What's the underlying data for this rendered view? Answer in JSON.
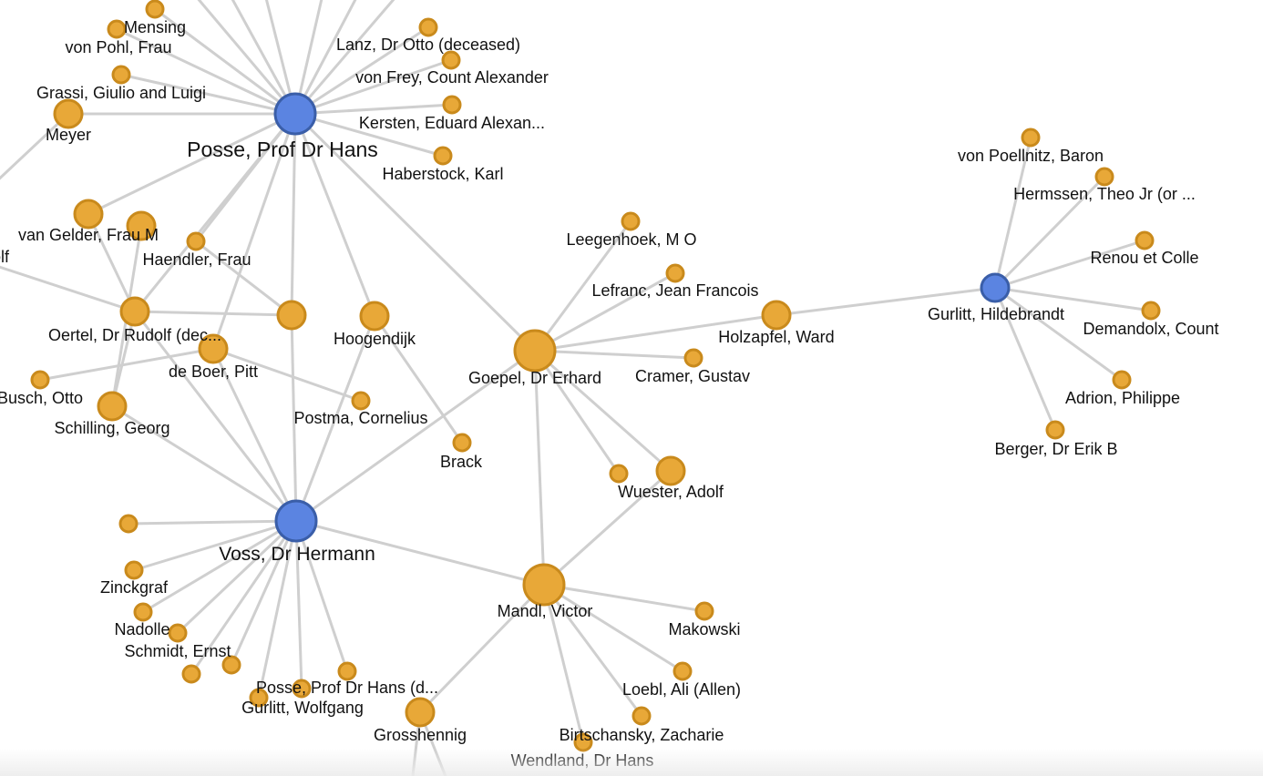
{
  "graph": {
    "colors": {
      "edge": "#cfcfcf",
      "person_fill": "#5b84e1",
      "person_stroke": "#3a5ea8",
      "contact_fill": "#e8a838",
      "contact_stroke": "#c98a1c"
    },
    "nodes": [
      {
        "id": "posse",
        "label": "Posse, Prof Dr Hans",
        "type": "person",
        "size": "large"
      },
      {
        "id": "voss",
        "label": "Voss, Dr Hermann",
        "type": "person",
        "size": "large"
      },
      {
        "id": "hildebrandt",
        "label": "Gurlitt, Hildebrandt",
        "type": "person",
        "size": "medium"
      },
      {
        "id": "goepel",
        "label": "Goepel, Dr Erhard",
        "type": "contact",
        "size": "large"
      },
      {
        "id": "mandl",
        "label": "Mandl, Victor",
        "type": "contact",
        "size": "large"
      },
      {
        "id": "oertel",
        "label": "Oertel, Dr Rudolf (dec...",
        "type": "contact",
        "size": "medium"
      },
      {
        "id": "deboer",
        "label": "de Boer, Pitt",
        "type": "contact",
        "size": "medium"
      },
      {
        "id": "schilling",
        "label": "Schilling, Georg",
        "type": "contact",
        "size": "medium"
      },
      {
        "id": "vangelder",
        "label": "van Gelder, Frau M",
        "type": "contact",
        "size": "medium"
      },
      {
        "id": "hoogendijk",
        "label": "Hoogendijk",
        "type": "contact",
        "size": "medium"
      },
      {
        "id": "unlabeled1",
        "label": "",
        "type": "contact",
        "size": "medium"
      },
      {
        "id": "holzapfel",
        "label": "Holzapfel, Ward",
        "type": "contact",
        "size": "medium"
      },
      {
        "id": "wuester",
        "label": "Wuester, Adolf",
        "type": "contact",
        "size": "medium"
      },
      {
        "id": "grosshennig",
        "label": "Grosshennig",
        "type": "contact",
        "size": "medium"
      },
      {
        "id": "meyer",
        "label": "Meyer",
        "type": "contact",
        "size": "medium"
      },
      {
        "id": "mensing",
        "label": "Mensing",
        "type": "contact",
        "size": "small"
      },
      {
        "id": "vonpohl",
        "label": "von Pohl, Frau",
        "type": "contact",
        "size": "small"
      },
      {
        "id": "grassi",
        "label": "Grassi, Giulio and Luigi",
        "type": "contact",
        "size": "small"
      },
      {
        "id": "lanz",
        "label": "Lanz, Dr Otto (deceased)",
        "type": "contact",
        "size": "small"
      },
      {
        "id": "vonfrey",
        "label": "von Frey, Count Alexander",
        "type": "contact",
        "size": "small"
      },
      {
        "id": "kersten",
        "label": "Kersten, Eduard Alexan...",
        "type": "contact",
        "size": "small"
      },
      {
        "id": "haberstock",
        "label": "Haberstock, Karl",
        "type": "contact",
        "size": "small"
      },
      {
        "id": "haendler",
        "label": "Haendler, Frau",
        "type": "contact",
        "size": "small"
      },
      {
        "id": "unlabeled2",
        "label": "",
        "type": "contact",
        "size": "medium"
      },
      {
        "id": "busch",
        "label": "Busch, Otto",
        "type": "contact",
        "size": "small"
      },
      {
        "id": "postma",
        "label": "Postma, Cornelius",
        "type": "contact",
        "size": "small"
      },
      {
        "id": "brack",
        "label": "Brack",
        "type": "contact",
        "size": "small"
      },
      {
        "id": "leegenhoek",
        "label": "Leegenhoek, M O",
        "type": "contact",
        "size": "small"
      },
      {
        "id": "lefranc",
        "label": "Lefranc, Jean Francois",
        "type": "contact",
        "size": "small"
      },
      {
        "id": "cramer",
        "label": "Cramer, Gustav",
        "type": "contact",
        "size": "small"
      },
      {
        "id": "unlabeled3",
        "label": "",
        "type": "contact",
        "size": "small"
      },
      {
        "id": "vonpoellnitz",
        "label": "von Poellnitz, Baron",
        "type": "contact",
        "size": "small"
      },
      {
        "id": "hermssen",
        "label": "Hermssen, Theo Jr (or ...",
        "type": "contact",
        "size": "small"
      },
      {
        "id": "renou",
        "label": "Renou et Colle",
        "type": "contact",
        "size": "small"
      },
      {
        "id": "demandolx",
        "label": "Demandolx, Count",
        "type": "contact",
        "size": "small"
      },
      {
        "id": "adrion",
        "label": "Adrion, Philippe",
        "type": "contact",
        "size": "small"
      },
      {
        "id": "berger",
        "label": "Berger, Dr Erik B",
        "type": "contact",
        "size": "small"
      },
      {
        "id": "unlabeled4",
        "label": "",
        "type": "contact",
        "size": "small"
      },
      {
        "id": "zinckgraf",
        "label": "Zinckgraf",
        "type": "contact",
        "size": "small"
      },
      {
        "id": "nadolle",
        "label": "Nadolle",
        "type": "contact",
        "size": "small"
      },
      {
        "id": "schmidt",
        "label": "Schmidt, Ernst",
        "type": "contact",
        "size": "small"
      },
      {
        "id": "unlabeled5",
        "label": "",
        "type": "contact",
        "size": "small"
      },
      {
        "id": "unlabeled6",
        "label": "",
        "type": "contact",
        "size": "small"
      },
      {
        "id": "posse_d",
        "label": "Posse, Prof Dr Hans (d...",
        "type": "contact",
        "size": "small"
      },
      {
        "id": "gurlitt_w",
        "label": "Gurlitt, Wolfgang",
        "type": "contact",
        "size": "small"
      },
      {
        "id": "unlabeled7",
        "label": "",
        "type": "contact",
        "size": "small"
      },
      {
        "id": "makowski",
        "label": "Makowski",
        "type": "contact",
        "size": "small"
      },
      {
        "id": "loebl",
        "label": "Loebl, Ali (Allen)",
        "type": "contact",
        "size": "small"
      },
      {
        "id": "birtschansky",
        "label": "Birtschansky, Zacharie",
        "type": "contact",
        "size": "small"
      },
      {
        "id": "wendland",
        "label": "Wendland, Dr Hans",
        "type": "contact",
        "size": "small"
      },
      {
        "id": "partial_olf",
        "label": "olf",
        "type": "offscreen",
        "size": "none"
      }
    ],
    "edges": [
      [
        "posse",
        "mensing"
      ],
      [
        "posse",
        "vonpohl"
      ],
      [
        "posse",
        "grassi"
      ],
      [
        "posse",
        "meyer"
      ],
      [
        "posse",
        "lanz"
      ],
      [
        "posse",
        "vonfrey"
      ],
      [
        "posse",
        "kersten"
      ],
      [
        "posse",
        "haberstock"
      ],
      [
        "posse",
        "vangelder"
      ],
      [
        "posse",
        "oertel"
      ],
      [
        "posse",
        "haendler"
      ],
      [
        "posse",
        "unlabeled1"
      ],
      [
        "posse",
        "hoogendijk"
      ],
      [
        "posse",
        "goepel"
      ],
      [
        "posse",
        "deboer"
      ],
      [
        "haendler",
        "unlabeled1"
      ],
      [
        "oertel",
        "unlabeled1"
      ],
      [
        "oertel",
        "partial_olf"
      ],
      [
        "oertel",
        "vangelder"
      ],
      [
        "oertel",
        "schilling"
      ],
      [
        "oertel",
        "voss"
      ],
      [
        "unlabeled2",
        "schilling"
      ],
      [
        "deboer",
        "busch"
      ],
      [
        "deboer",
        "postma"
      ],
      [
        "deboer",
        "voss"
      ],
      [
        "schilling",
        "voss"
      ],
      [
        "unlabeled1",
        "voss"
      ],
      [
        "hoogendijk",
        "voss"
      ],
      [
        "hoogendijk",
        "brack"
      ],
      [
        "goepel",
        "voss"
      ],
      [
        "goepel",
        "leegenhoek"
      ],
      [
        "goepel",
        "lefranc"
      ],
      [
        "goepel",
        "holzapfel"
      ],
      [
        "goepel",
        "cramer"
      ],
      [
        "goepel",
        "unlabeled3"
      ],
      [
        "goepel",
        "wuester"
      ],
      [
        "goepel",
        "mandl"
      ],
      [
        "holzapfel",
        "hildebrandt"
      ],
      [
        "hildebrandt",
        "vonpoellnitz"
      ],
      [
        "hildebrandt",
        "hermssen"
      ],
      [
        "hildebrandt",
        "renou"
      ],
      [
        "hildebrandt",
        "demandolx"
      ],
      [
        "hildebrandt",
        "adrion"
      ],
      [
        "hildebrandt",
        "berger"
      ],
      [
        "voss",
        "unlabeled4"
      ],
      [
        "voss",
        "zinckgraf"
      ],
      [
        "voss",
        "nadolle"
      ],
      [
        "voss",
        "schmidt"
      ],
      [
        "voss",
        "unlabeled5"
      ],
      [
        "voss",
        "unlabeled6"
      ],
      [
        "voss",
        "posse_d"
      ],
      [
        "voss",
        "gurlitt_w"
      ],
      [
        "voss",
        "unlabeled7"
      ],
      [
        "voss",
        "mandl"
      ],
      [
        "wuester",
        "mandl"
      ],
      [
        "mandl",
        "makowski"
      ],
      [
        "mandl",
        "loebl"
      ],
      [
        "mandl",
        "birtschansky"
      ],
      [
        "mandl",
        "wendland"
      ],
      [
        "mandl",
        "grosshennig"
      ]
    ]
  }
}
